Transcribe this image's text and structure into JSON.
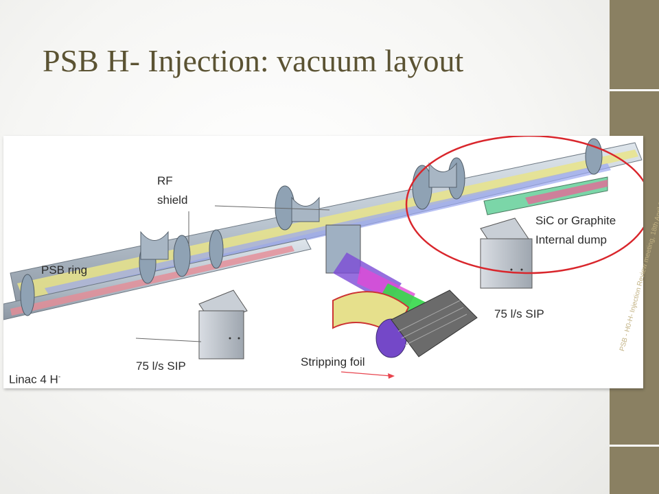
{
  "slide": {
    "title": "PSB H- Injection: vacuum layout",
    "footer": "PSB - H0-H- Injection Review meeting, 18th April 20"
  },
  "labels": {
    "rf_shield_line1": "RF",
    "rf_shield_line2": "shield",
    "psb_ring": "PSB ring",
    "sic_line1": "SiC or  Graphite",
    "sic_line2": "Internal dump",
    "sip_right": "75 l/s SIP",
    "sip_left": "75 l/s SIP",
    "stripping_foil": "Stripping foil",
    "linac4": "Linac 4 H",
    "linac4_sup": "-"
  },
  "colors": {
    "title": "#5b5333",
    "sidebar": "#8a8062",
    "highlight_circle": "#d9262c",
    "arrow": "#e8434d"
  }
}
